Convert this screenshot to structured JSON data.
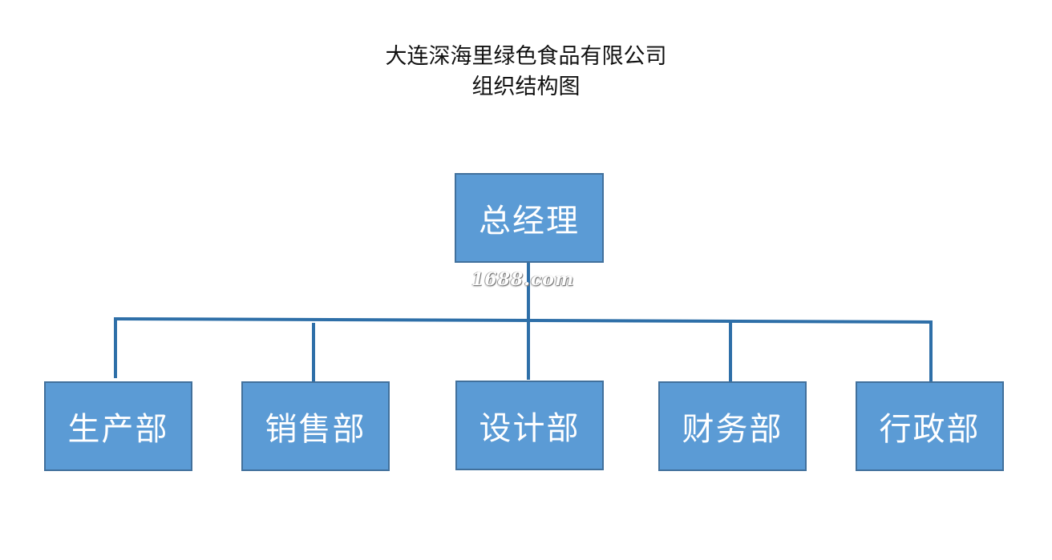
{
  "title": {
    "line1": "大连深海里绿色食品有限公司",
    "line2": "组织结构图"
  },
  "top_node": {
    "label": "总经理"
  },
  "departments": [
    {
      "label": "生产部"
    },
    {
      "label": "销售部"
    },
    {
      "label": "设计部"
    },
    {
      "label": "财务部"
    },
    {
      "label": "行政部"
    }
  ],
  "watermark": "1688.com",
  "colors": {
    "box_fill": "#5b9bd5",
    "box_border": "#41709c",
    "connector": "#2e6fa8",
    "box_text": "#ffffff"
  }
}
